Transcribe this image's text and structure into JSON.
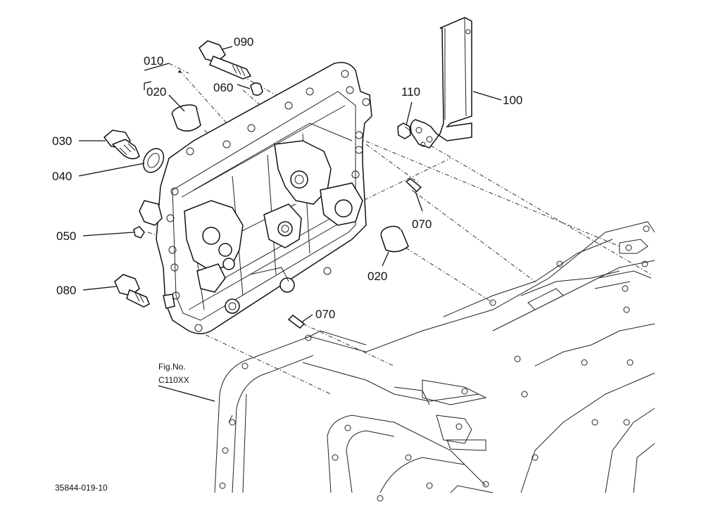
{
  "callouts": {
    "c010": "010",
    "c020a": "020",
    "c020b": "020",
    "c030": "030",
    "c040": "040",
    "c050": "050",
    "c060": "060",
    "c070a": "070",
    "c070b": "070",
    "c080": "080",
    "c090": "090",
    "c100": "100",
    "c110": "110"
  },
  "figure_ref": {
    "line1": "Fig.No.",
    "line2": "C110XX"
  },
  "drawing_number": "35844-019-10"
}
